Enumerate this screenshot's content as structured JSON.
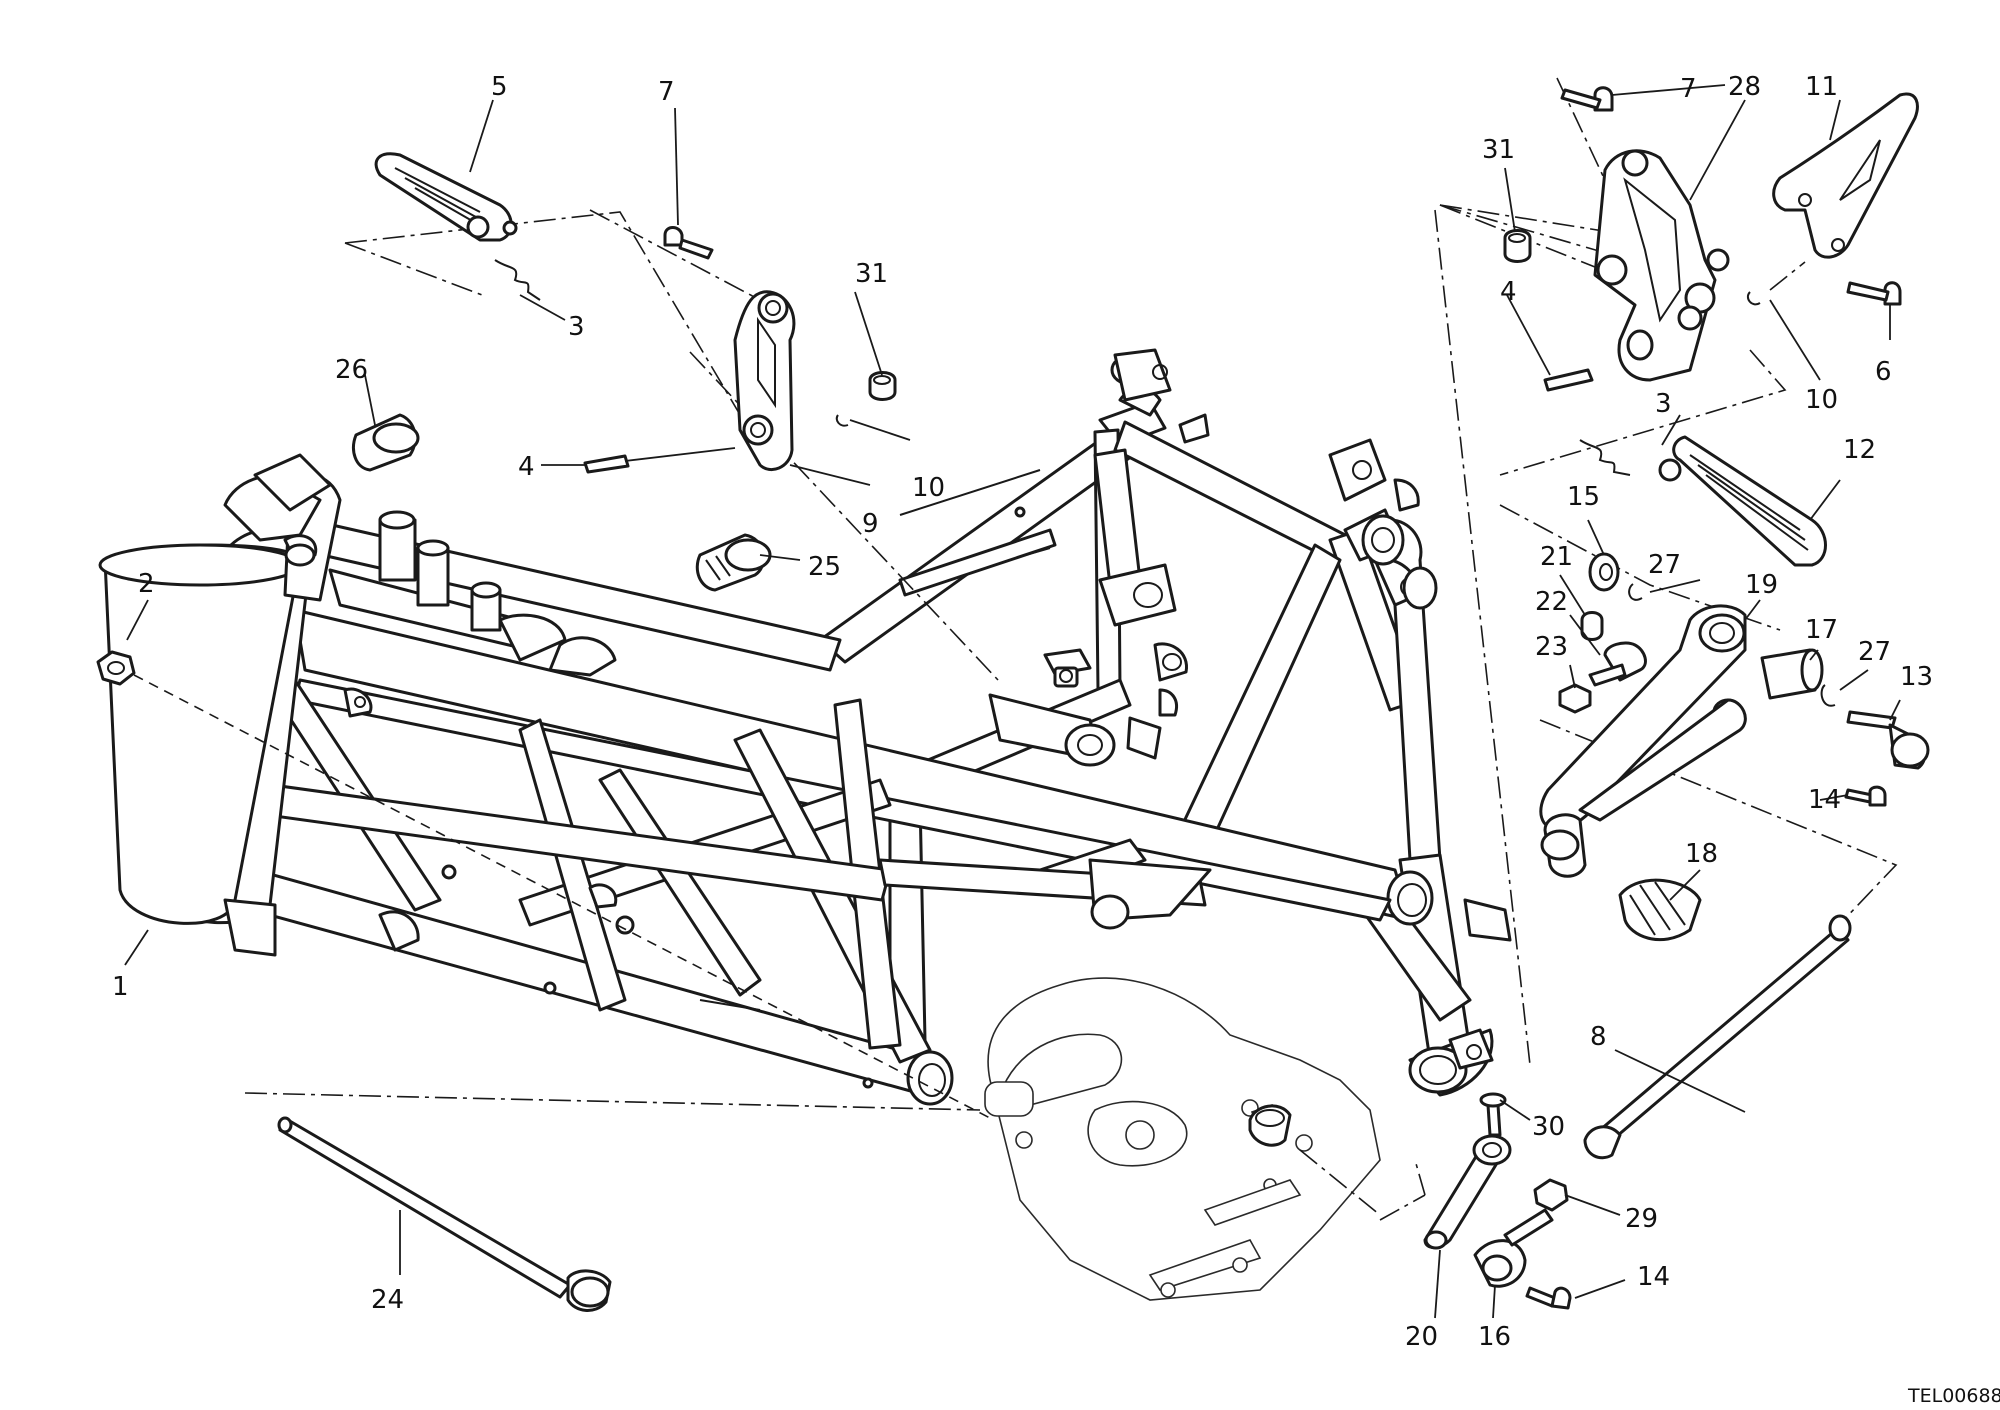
{
  "drawing_code": "TEL00688",
  "callouts": {
    "c1": "1",
    "c2": "2",
    "c3a": "3",
    "c3b": "3",
    "c4a": "4",
    "c4b": "4",
    "c5": "5",
    "c6": "6",
    "c7a": "7",
    "c7b": "7",
    "c8": "8",
    "c9": "9",
    "c10a": "10",
    "c10b": "10",
    "c11": "11",
    "c12": "12",
    "c13": "13",
    "c14a": "14",
    "c14b": "14",
    "c15": "15",
    "c16": "16",
    "c17": "17",
    "c18": "18",
    "c19": "19",
    "c20": "20",
    "c21": "21",
    "c22": "22",
    "c23": "23",
    "c24": "24",
    "c25": "25",
    "c26": "26",
    "c27a": "27",
    "c27b": "27",
    "c28": "28",
    "c29": "29",
    "c30": "30",
    "c31a": "31",
    "c31b": "31"
  }
}
